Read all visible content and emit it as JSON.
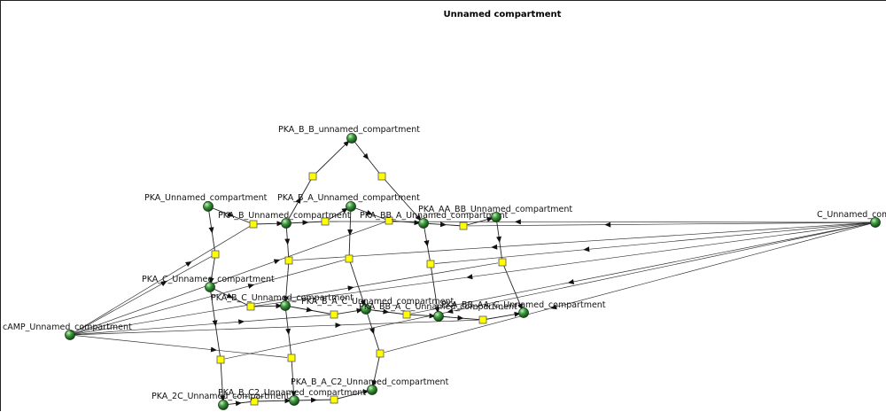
{
  "diagram": {
    "title": "Unnamed compartment",
    "colors": {
      "node": "#3f9a3f",
      "process": "#ffff00",
      "edge": "#222222",
      "background": "#ffffff"
    },
    "species": [
      {
        "id": "camp",
        "label": "cAMP_Unnamed_compartment"
      },
      {
        "id": "c",
        "label": "C_Unnamed_compartment"
      },
      {
        "id": "pka",
        "label": "PKA_Unnamed_compartment"
      },
      {
        "id": "pka_b_b",
        "label": "PKA_B_B_unnamed_compartment"
      },
      {
        "id": "pka_b_a",
        "label": "PKA_B_A_Unnamed_compartment"
      },
      {
        "id": "pka_b",
        "label": "PKA_B_Unnamed_compartment"
      },
      {
        "id": "pka_bb_a",
        "label": "PKA_BB_A_Unnamed_compartment"
      },
      {
        "id": "pka_aa_bb",
        "label": "PKA_AA_BB_Unnamed_compartment"
      },
      {
        "id": "pka_c",
        "label": "PKA_C_Unnamed_compartment"
      },
      {
        "id": "pka_b_c",
        "label": "PKA_B_C_Unnamed_compartment"
      },
      {
        "id": "pka_b_a_c",
        "label": "PKA_B_A_C_Unnamed_compartment"
      },
      {
        "id": "pka_bb_a_c",
        "label": "PKA_BB_A_C_Unnamed_compartment"
      },
      {
        "id": "pka_bb_aa_c",
        "label": "PKA_BB_AA_C_Unnamed_compartment"
      },
      {
        "id": "pka_b_a_c2",
        "label": "PKA_B_A_C2_Unnamed_compartment"
      },
      {
        "id": "pka_b_c2",
        "label": "PKA_B_C2_Unnamed_compartment"
      },
      {
        "id": "pka_2c",
        "label": "PKA_2C_Unnamed_compartment"
      }
    ]
  }
}
